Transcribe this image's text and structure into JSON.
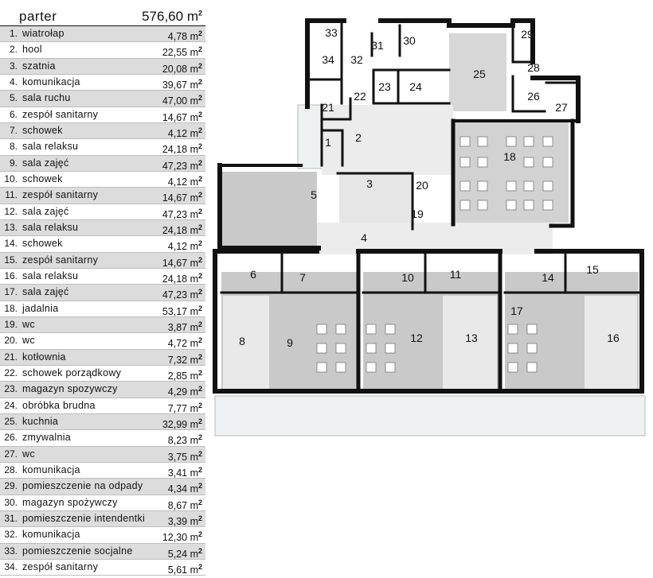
{
  "header": {
    "title": "parter",
    "total_value": "576,60 m",
    "total_unit_sup": "2"
  },
  "rooms": [
    {
      "num": "1.",
      "name": "wiatrołap",
      "area": "4,78 m",
      "label": "1"
    },
    {
      "num": "2.",
      "name": "hool",
      "area": "22,55 m",
      "label": "2"
    },
    {
      "num": "3.",
      "name": "szatnia",
      "area": "20,08 m",
      "label": "3"
    },
    {
      "num": "4.",
      "name": "komunikacja",
      "area": "39,67 m",
      "label": "4"
    },
    {
      "num": "5.",
      "name": "sala ruchu",
      "area": "47,00 m",
      "label": "5"
    },
    {
      "num": "6.",
      "name": "zespół sanitarny",
      "area": "14,67 m",
      "label": "6"
    },
    {
      "num": "7.",
      "name": "schowek",
      "area": "4,12 m",
      "label": "7"
    },
    {
      "num": "8.",
      "name": "sala relaksu",
      "area": "24,18 m",
      "label": "8"
    },
    {
      "num": "9.",
      "name": "sala zajęć",
      "area": "47,23 m",
      "label": "9"
    },
    {
      "num": "10.",
      "name": "schowek",
      "area": "4,12 m",
      "label": "10"
    },
    {
      "num": "11.",
      "name": "zespół sanitarny",
      "area": "14,67 m",
      "label": "11"
    },
    {
      "num": "12.",
      "name": "sala zajęć",
      "area": "47,23 m",
      "label": "12"
    },
    {
      "num": "13.",
      "name": "sala relaksu",
      "area": "24,18 m",
      "label": "13"
    },
    {
      "num": "14.",
      "name": "schowek",
      "area": "4,12 m",
      "label": "14"
    },
    {
      "num": "15.",
      "name": "zespół sanitarny",
      "area": "14,67 m",
      "label": "15"
    },
    {
      "num": "16.",
      "name": "sala relaksu",
      "area": "24,18 m",
      "label": "16"
    },
    {
      "num": "17.",
      "name": "sala zajęć",
      "area": "47,23 m",
      "label": "17"
    },
    {
      "num": "18.",
      "name": "jadalnia",
      "area": "53,17 m",
      "label": "18"
    },
    {
      "num": "19.",
      "name": "wc",
      "area": "3,87 m",
      "label": "19"
    },
    {
      "num": "20.",
      "name": "wc",
      "area": "4,72 m",
      "label": "20"
    },
    {
      "num": "21.",
      "name": "kotłownia",
      "area": "7,32 m",
      "label": "21"
    },
    {
      "num": "22.",
      "name": "schowek porządkowy",
      "area": "2,85 m",
      "label": "22"
    },
    {
      "num": "23.",
      "name": "magazyn spozywczy",
      "area": "4,29 m",
      "label": "23"
    },
    {
      "num": "24.",
      "name": "obróbka brudna",
      "area": "7,77 m",
      "label": "24"
    },
    {
      "num": "25.",
      "name": "kuchnia",
      "area": "32,99 m",
      "label": "25"
    },
    {
      "num": "26.",
      "name": "zmywalnia",
      "area": "8,23 m",
      "label": "26"
    },
    {
      "num": "27.",
      "name": "wc",
      "area": "3,75 m",
      "label": "27"
    },
    {
      "num": "28.",
      "name": "komunikacja",
      "area": "3,41 m",
      "label": "28"
    },
    {
      "num": "29.",
      "name": "pomieszczenie na odpady",
      "area": "4,34 m",
      "label": "29"
    },
    {
      "num": "30.",
      "name": "magazyn spożywczy",
      "area": "8,67 m",
      "label": "30"
    },
    {
      "num": "31.",
      "name": "pomieszczenie intendentki",
      "area": "3,39 m",
      "label": "31"
    },
    {
      "num": "32.",
      "name": "komunikacja",
      "area": "12,30 m",
      "label": "32"
    },
    {
      "num": "33.",
      "name": "pomieszczenie socjalne",
      "area": "5,24 m",
      "label": "33"
    },
    {
      "num": "34.",
      "name": "zespół sanitarny",
      "area": "5,61 m",
      "label": "34"
    }
  ],
  "area_unit_sup": "2",
  "colors": {
    "wall": "#111111",
    "floor_gray": "#c9c9c9",
    "floor_light": "#e6e6e6",
    "terrace": "#eef1f1",
    "row_shade": "#dcdcdc"
  }
}
